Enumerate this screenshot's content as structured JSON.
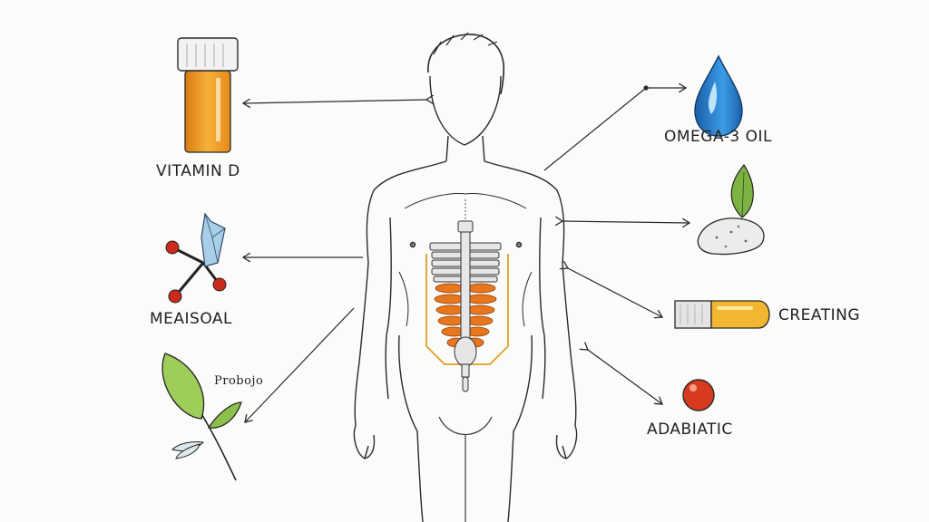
{
  "diagram": {
    "type": "hand-drawn supplement diagram around human figure",
    "center": "human-body-outline-with-spine-and-ribcage",
    "labels": {
      "vitamin_d": "VITAMIN D",
      "mineral": "MEAISOAL",
      "probiotic": "Probojo",
      "omega3": "OMEGA-3 OIL",
      "creatine": "CREATING",
      "adaptogenic": "ADABIATIC"
    },
    "colors": {
      "background": "#fbfbfa",
      "outline": "#2a2a2a",
      "bottle_amber": "#f0a020",
      "drop_blue": "#2f86d6",
      "leaf_green": "#8cc04a",
      "capsule_yellow": "#f2b630",
      "red_pill": "#d83a1e",
      "rib_orange": "#e8761c",
      "torso_box": "#e3a83a",
      "molecule_red": "#cc2a1a",
      "crystal_blue": "#a9cfe8"
    }
  }
}
